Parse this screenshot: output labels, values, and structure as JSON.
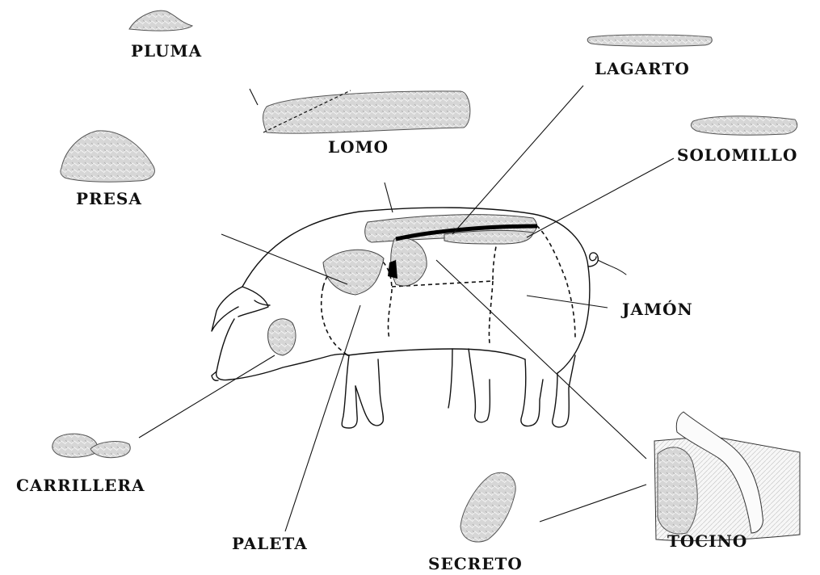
{
  "labels": {
    "pluma": "PLUMA",
    "lomo": "LOMO",
    "presa": "PRESA",
    "lagarto": "LAGARTO",
    "solomillo": "SOLOMILLO",
    "jamon": "JAMÓN",
    "carrillera": "CARRILLERA",
    "paleta": "PALETA",
    "secreto": "SECRETO",
    "tocino": "TOCINO"
  },
  "colors": {
    "ink": "#111111",
    "meat": "#d9d9d9",
    "meat_dark": "#bdbdbd",
    "fat": "#f2f2f2"
  }
}
